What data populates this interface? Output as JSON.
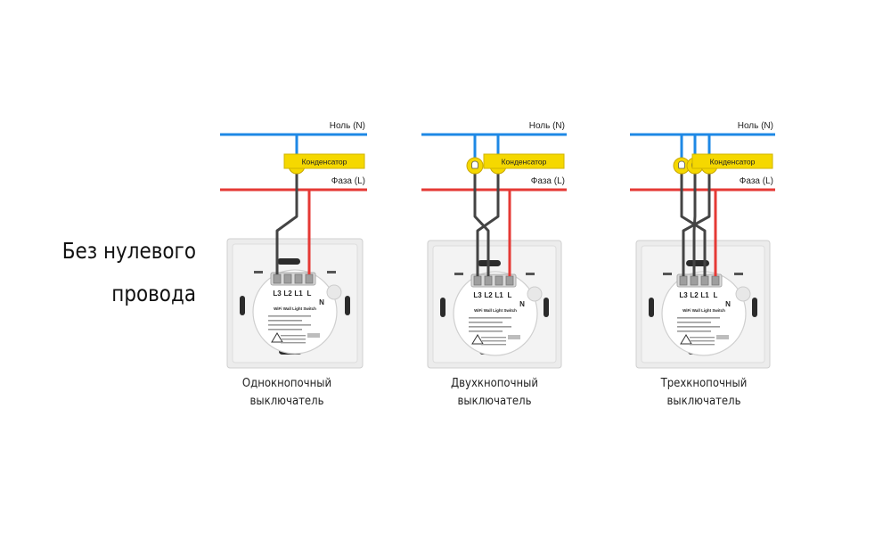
{
  "title_lines": [
    "Без нулевого",
    "провода"
  ],
  "wires": {
    "neutral_label": "Ноль (N)",
    "phase_label": "Фаза (L)",
    "neutral_color": "#1e88e5",
    "phase_color": "#e53935",
    "load_color": "#444444"
  },
  "capacitor": {
    "label": "Конденсатор",
    "color": "#f5d800"
  },
  "terminal_labels": [
    "L3",
    "L2",
    "L1",
    "L"
  ],
  "neutral_mark": "N",
  "module_label": "WiFi Wall Light Switch",
  "switches": [
    {
      "caption_lines": [
        "Однокнопочный",
        "выключатель"
      ],
      "lamps": 1
    },
    {
      "caption_lines": [
        "Двухкнопочный",
        "выключатель"
      ],
      "lamps": 2
    },
    {
      "caption_lines": [
        "Трехкнопочный",
        "выключатель"
      ],
      "lamps": 3
    }
  ]
}
